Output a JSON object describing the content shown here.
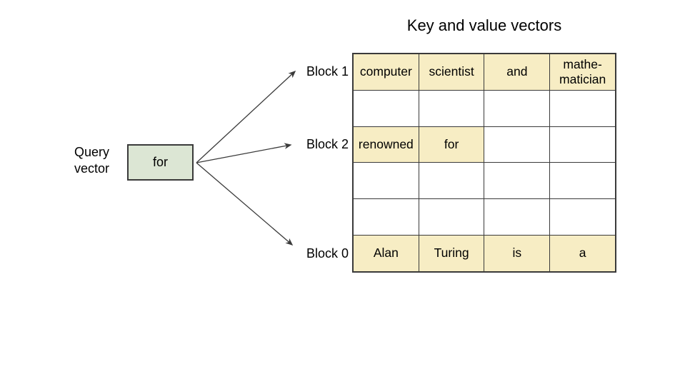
{
  "title": "Key and value vectors",
  "query": {
    "label_line1": "Query",
    "label_line2": "vector",
    "token": "for"
  },
  "blocks": [
    {
      "label": "Block 1"
    },
    {
      "label": "Block 2"
    },
    {
      "label": "Block 0"
    }
  ],
  "table": {
    "rows": [
      {
        "cells": [
          {
            "text": "computer",
            "filled": true
          },
          {
            "text": "scientist",
            "filled": true
          },
          {
            "text": "and",
            "filled": true
          },
          {
            "text": "mathe-matician",
            "filled": true
          }
        ]
      },
      {
        "cells": [
          {
            "text": "",
            "filled": false
          },
          {
            "text": "",
            "filled": false
          },
          {
            "text": "",
            "filled": false
          },
          {
            "text": "",
            "filled": false
          }
        ]
      },
      {
        "cells": [
          {
            "text": "renowned",
            "filled": true
          },
          {
            "text": "for",
            "filled": true
          },
          {
            "text": "",
            "filled": false
          },
          {
            "text": "",
            "filled": false
          }
        ]
      },
      {
        "cells": [
          {
            "text": "",
            "filled": false
          },
          {
            "text": "",
            "filled": false
          },
          {
            "text": "",
            "filled": false
          },
          {
            "text": "",
            "filled": false
          }
        ]
      },
      {
        "cells": [
          {
            "text": "",
            "filled": false
          },
          {
            "text": "",
            "filled": false
          },
          {
            "text": "",
            "filled": false
          },
          {
            "text": "",
            "filled": false
          }
        ]
      },
      {
        "cells": [
          {
            "text": "Alan",
            "filled": true
          },
          {
            "text": "Turing",
            "filled": true
          },
          {
            "text": "is",
            "filled": true
          },
          {
            "text": "a",
            "filled": true
          }
        ]
      }
    ]
  },
  "colors": {
    "highlight": "#f7edc4",
    "query_box": "#dce6d4",
    "line": "#3a3a3a",
    "text": "#000000"
  }
}
